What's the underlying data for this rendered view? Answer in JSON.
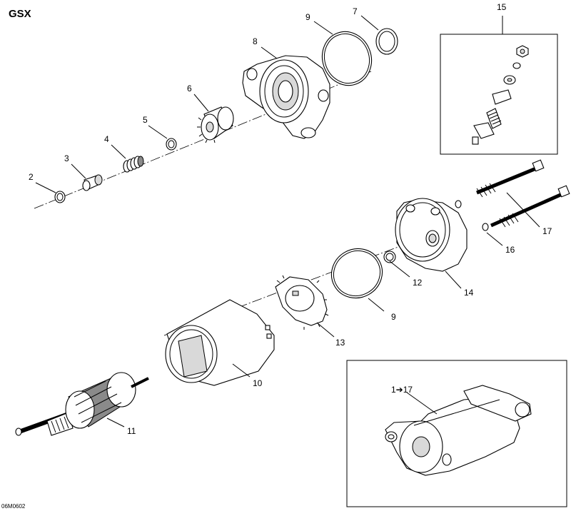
{
  "title": "GSX",
  "drawing_code": "06M0602",
  "callouts": {
    "c1_17": "1➔17",
    "c2": "2",
    "c3": "3",
    "c4": "4",
    "c5": "5",
    "c6": "6",
    "c7": "7",
    "c8": "8",
    "c9a": "9",
    "c9b": "9",
    "c10": "10",
    "c11": "11",
    "c12": "12",
    "c13": "13",
    "c14": "14",
    "c15": "15",
    "c16": "16",
    "c17": "17"
  }
}
